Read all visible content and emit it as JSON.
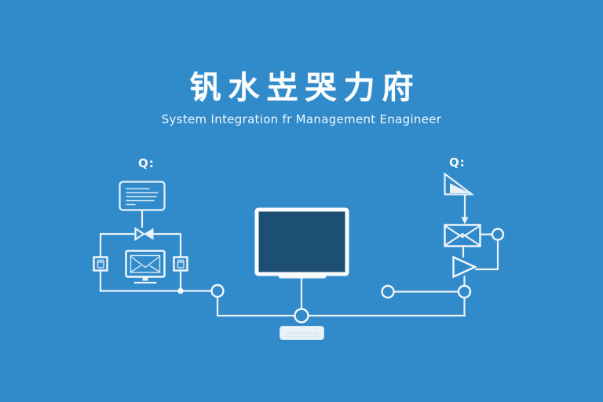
{
  "header": {
    "title": "钒水岦哭力府",
    "subtitle": "System Integration fr Management Enagineer"
  },
  "diagram": {
    "left_label": "Q:",
    "right_label": "Q:"
  },
  "colors": {
    "background": "#318BCB",
    "line": "#F4F8FA",
    "monitor_screen": "#1C4F73",
    "keyboard_bar": "#E9F2F8"
  },
  "icons": {
    "left_group": [
      "note-card-icon",
      "valve-icon",
      "mail-square-icon",
      "monitor-mail-icon"
    ],
    "center_group": [
      "monitor-icon",
      "keyboard-icon"
    ],
    "right_group": [
      "flag-icon",
      "arrow-down-icon",
      "envelope-icon",
      "play-triangle-icon"
    ]
  }
}
